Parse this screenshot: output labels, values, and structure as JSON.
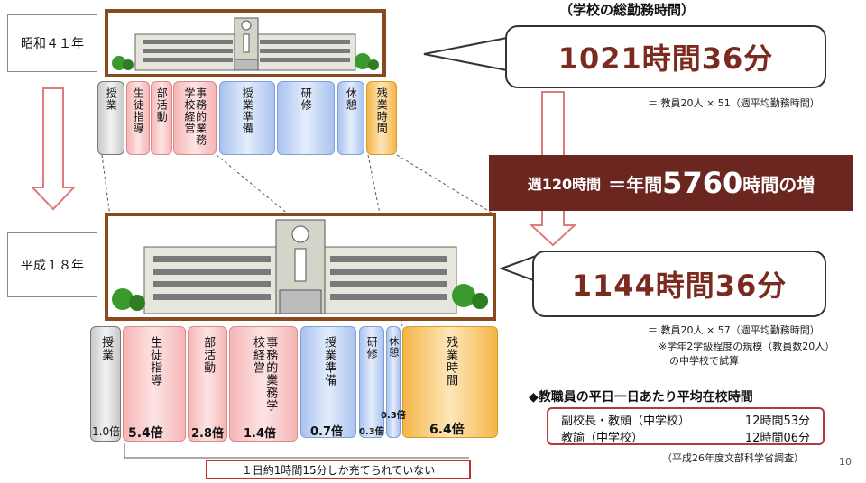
{
  "top_title": "（学校の総勤務時間）",
  "eras": {
    "s41": "昭和４１年",
    "h18": "平成１８年"
  },
  "s41_segments": [
    "授業",
    "生徒指導",
    "部活動",
    "事務的業務学校経営",
    "授業準備",
    "研修",
    "休憩",
    "残業時間"
  ],
  "h18_segments": [
    "授業",
    "生徒指導",
    "部活動",
    "事務的業務学校経営",
    "授業準備",
    "研修",
    "休憩",
    "残業時間"
  ],
  "multipliers": {
    "jugyo": "1.0倍",
    "seito": "5.4倍",
    "bukatsu": "2.8倍",
    "jimu": "1.4倍",
    "junbi": "0.7倍",
    "kenshu": "0.3倍",
    "kyukei": "0.3倍",
    "zangyo": "6.4倍"
  },
  "callout_1": "1021時間36分",
  "formula_1": "＝ 教員20人 × 51（週平均勤務時間）",
  "banner": {
    "prefix": "週120時間",
    "mid": "＝年間",
    "number": "5760",
    "suffix": "時間の増"
  },
  "callout_2": "1144時間36分",
  "formula_2": "＝ 教員20人 × 57（週平均勤務時間）",
  "note_line1": "※学年2学級程度の規模（教員数20人）",
  "note_line2": "の中学校で試算",
  "avg_title": "◆教職員の平日一日あたり平均在校時間",
  "avg_rows": [
    {
      "role": "副校長・教頭（中学校）",
      "time": "12時間53分"
    },
    {
      "role": "教諭（中学校）",
      "time": "12時間06分"
    }
  ],
  "source": "（平成26年度文部科学省調査）",
  "bottom_note": "１日約1時間15分しか充てられていない",
  "page_number": "10"
}
